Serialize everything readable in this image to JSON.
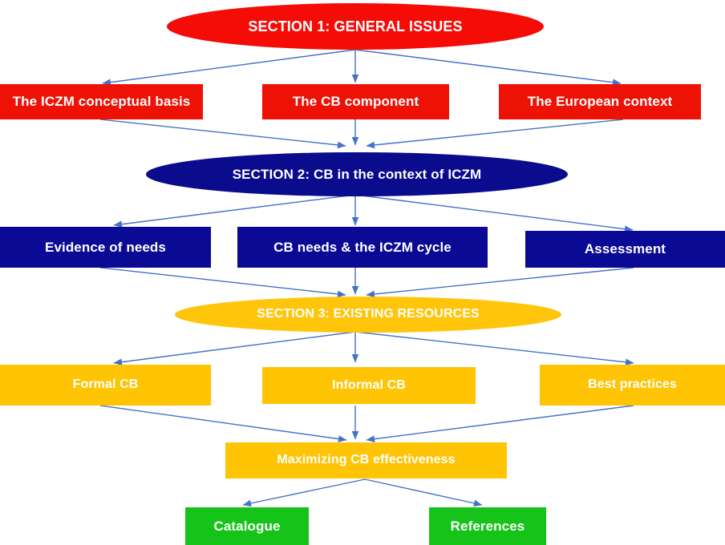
{
  "diagram": {
    "title": "ICZM Capacity Building report structure flowchart",
    "background_color": "#ffffff",
    "arrow_color": "#4472c4",
    "colors": {
      "section1_red": "#f50c07",
      "box_red": "#ee1105",
      "section2_navy": "#0b0b8e",
      "box_navy": "#0a0a94",
      "section3_gold": "#ffc50a",
      "box_gold": "#ffc404",
      "box_green": "#16c419",
      "text": "#ffffff"
    },
    "sections": [
      {
        "id": "section-1",
        "shape": "ellipse",
        "label": "SECTION 1:   GENERAL ISSUES",
        "color": "#f50c07",
        "children": [
          {
            "id": "iczm-conceptual-basis",
            "label": "The ICZM conceptual basis",
            "color": "#ee1105"
          },
          {
            "id": "cb-component",
            "label": "The CB component",
            "color": "#ee1105"
          },
          {
            "id": "european-context",
            "label": "The European context",
            "color": "#ee1105"
          }
        ]
      },
      {
        "id": "section-2",
        "shape": "ellipse",
        "label": "SECTION 2:   CB in the context of ICZM",
        "color": "#0b0b8e",
        "children": [
          {
            "id": "evidence-of-needs",
            "label": "Evidence of needs",
            "color": "#0a0a94"
          },
          {
            "id": "cb-needs-iczm-cycle",
            "label": "CB needs & the ICZM cycle",
            "color": "#0a0a94"
          },
          {
            "id": "assessment",
            "label": "Assessment",
            "color": "#0a0a94"
          }
        ]
      },
      {
        "id": "section-3",
        "shape": "ellipse",
        "label": "SECTION 3:  EXISTING RESOURCES",
        "color": "#ffc50a",
        "children": [
          {
            "id": "formal-cb",
            "label": "Formal CB",
            "color": "#ffc404"
          },
          {
            "id": "informal-cb",
            "label": "Informal CB",
            "color": "#ffc404"
          },
          {
            "id": "best-practices",
            "label": "Best practices",
            "color": "#ffc404"
          }
        ]
      }
    ],
    "summary_node": {
      "id": "maximizing-cb-effectiveness",
      "label": "Maximizing CB effectiveness",
      "color": "#ffc404"
    },
    "appendix_nodes": [
      {
        "id": "catalogue",
        "label": "Catalogue",
        "color": "#16c419"
      },
      {
        "id": "references",
        "label": "References",
        "color": "#16c419"
      }
    ]
  }
}
